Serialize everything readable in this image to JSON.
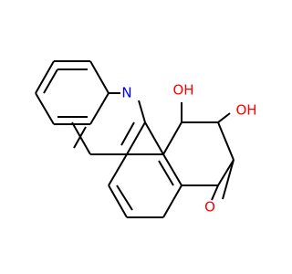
{
  "molecule": {
    "colors": {
      "bond": "#000000",
      "nitrogen": "#0000ff",
      "oxygen": "#ff0000"
    },
    "atoms": {
      "nitrogen": "N",
      "hydroxyl_upper": "OH",
      "hydroxyl_right": "OH",
      "epoxide_oxygen": "O"
    }
  }
}
